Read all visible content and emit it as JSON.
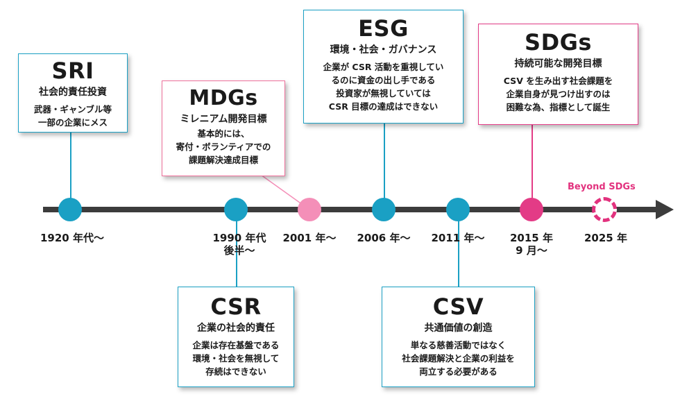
{
  "cards": {
    "sri": {
      "title": "SRI",
      "sub": "社会的責任投資",
      "body": "武器・ギャンブル等\n一部の企業にメス"
    },
    "mdgs": {
      "title": "MDGs",
      "sub": "ミレニアム開発目標",
      "body": "基本的には、\n寄付・ボランティアでの\n課題解決達成目標"
    },
    "esg": {
      "title": "ESG",
      "sub": "環境・社会・ガバナンス",
      "body": "企業が CSR 活動を重視してい\nるのに資金の出し手である\n投資家が無視していては\nCSR 目標の達成はできない"
    },
    "sdgs": {
      "title": "SDGs",
      "sub": "持続可能な開発目標",
      "body": "CSV を生み出す社会課題を\n企業自身が見つけ出すのは\n困難な為、指標として誕生"
    },
    "csr": {
      "title": "CSR",
      "sub": "企業の社会的責任",
      "body": "企業は存在基盤である\n環境・社会を無視して\n存続はできない"
    },
    "csv": {
      "title": "CSV",
      "sub": "共通価値の創造",
      "body": "単なる慈善活動ではなく\n社会課題解決と企業の利益を\n両立する必要がある"
    }
  },
  "timeline": {
    "labels": [
      "1920 年代〜",
      "1990 年代\n後半〜",
      "2001 年〜",
      "2006 年〜",
      "2011 年〜",
      "2015 年\n9 月〜",
      "2025 年"
    ],
    "future_label": "Beyond SDGs"
  },
  "colors": {
    "blue": "#1aa0c4",
    "pink": "#f48fb8",
    "magenta": "#e33b86",
    "axis": "#3c3c3c"
  }
}
